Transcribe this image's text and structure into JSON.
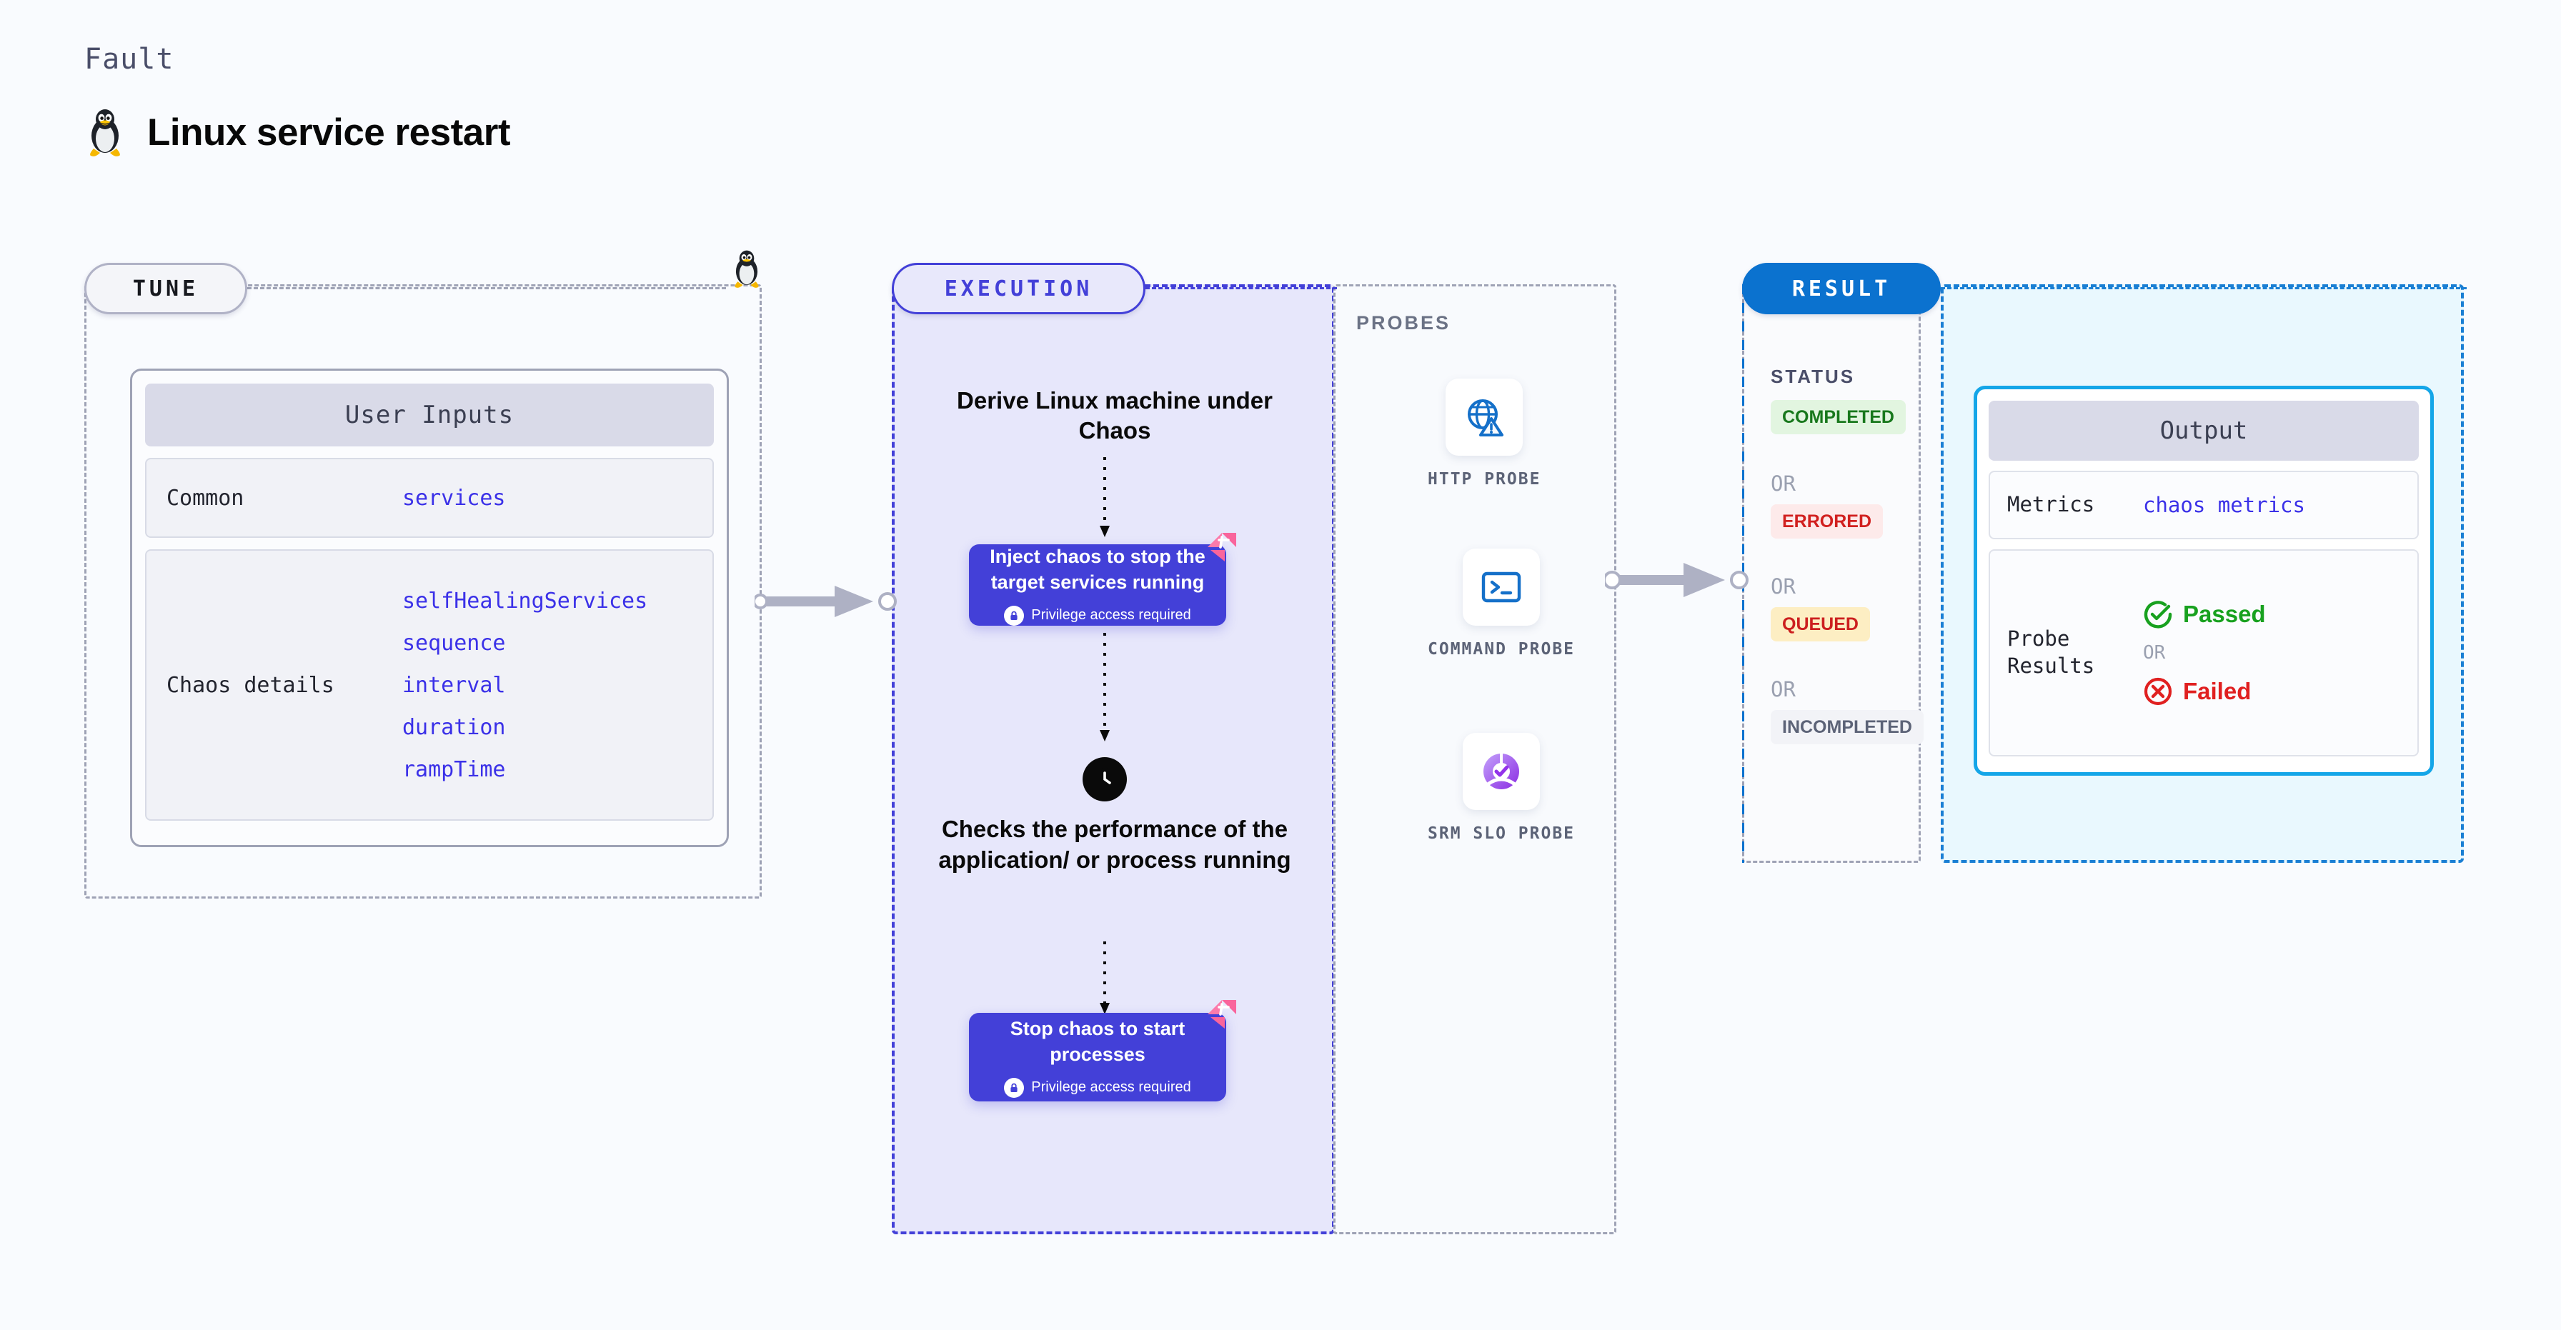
{
  "header": {
    "eyebrow": "Fault",
    "title": "Linux service restart",
    "icon": "linux-penguin-icon"
  },
  "tune": {
    "pill_label": "TUNE",
    "node_icon": "linux-penguin-icon",
    "user_inputs": {
      "title": "User Inputs",
      "rows": [
        {
          "label": "Common",
          "values": [
            "services"
          ]
        },
        {
          "label": "Chaos details",
          "values": [
            "selfHealingServices",
            "sequence",
            "interval",
            "duration",
            "rampTime"
          ]
        }
      ]
    }
  },
  "execution": {
    "pill_label": "EXECUTION",
    "step_derive": "Derive Linux machine under Chaos",
    "step_inject": {
      "title": "Inject chaos to stop the target services running",
      "privilege": "Privilege access required",
      "lock_icon": "lock-icon",
      "badge_icon": "harness-mark-icon"
    },
    "step_check": "Checks the performance of the application/ or process running",
    "clock_icon": "clock-icon",
    "step_stop": {
      "title": "Stop chaos to start processes",
      "privilege": "Privilege access required",
      "lock_icon": "lock-icon",
      "badge_icon": "harness-mark-icon"
    }
  },
  "probes": {
    "label": "PROBES",
    "items": [
      {
        "caption": "HTTP PROBE",
        "icon": "globe-warning-icon"
      },
      {
        "caption": "COMMAND PROBE",
        "icon": "terminal-icon"
      },
      {
        "caption": "SRM SLO PROBE",
        "icon": "slo-donut-check-icon"
      }
    ]
  },
  "result": {
    "pill_label": "RESULT",
    "status_label": "STATUS",
    "or_label": "OR",
    "statuses": [
      {
        "label": "COMPLETED",
        "style": "green"
      },
      {
        "label": "ERRORED",
        "style": "red"
      },
      {
        "label": "QUEUED",
        "style": "amber"
      },
      {
        "label": "INCOMPLETED",
        "style": "grey"
      }
    ],
    "output": {
      "title": "Output",
      "metrics_label": "Metrics",
      "metrics_value": "chaos metrics",
      "probe_results_label": "Probe Results",
      "passed_label": "Passed",
      "failed_label": "Failed",
      "or_label": "OR",
      "passed_icon": "check-circle-icon",
      "failed_icon": "x-circle-icon"
    }
  },
  "colors": {
    "background": "#f9fbfe",
    "indigo": "#4340d8",
    "sky": "#14a6e8",
    "result_blue": "#0b72cf",
    "link": "#3b31e8",
    "pink": "#f9659c",
    "green": "#18a11f",
    "red": "#e02020",
    "grey_dash": "#9ea2b5"
  }
}
